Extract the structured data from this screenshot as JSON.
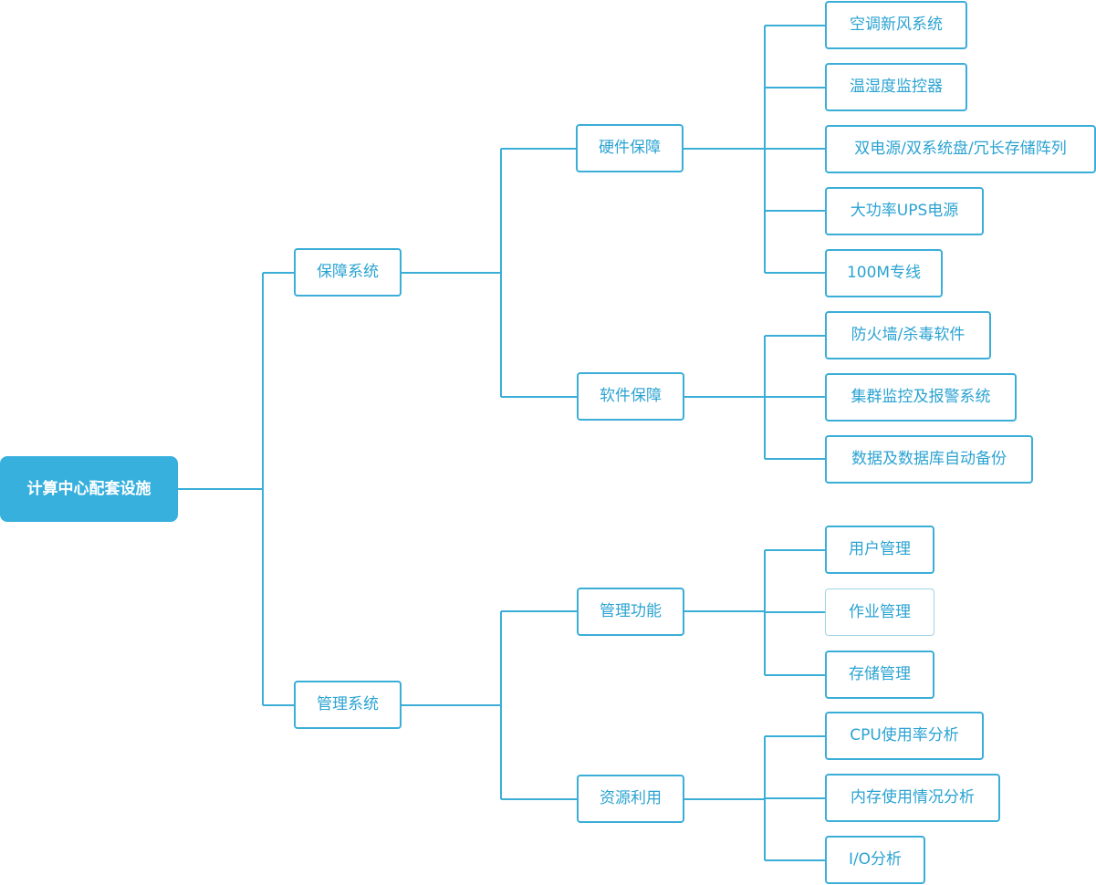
{
  "diagram": {
    "root": "计算中心配套设施",
    "level1": [
      {
        "label": "保障系统",
        "children": [
          {
            "label": "硬件保障",
            "children": [
              "空调新风系统",
              "温湿度监控器",
              "双电源/双系统盘/冗长存储阵列",
              "大功率UPS电源",
              "100M专线"
            ]
          },
          {
            "label": "软件保障",
            "children": [
              "防火墙/杀毒软件",
              "集群监控及报警系统",
              "数据及数据库自动备份"
            ]
          }
        ]
      },
      {
        "label": "管理系统",
        "children": [
          {
            "label": "管理功能",
            "children": [
              "用户管理",
              "作业管理",
              "存储管理"
            ]
          },
          {
            "label": "资源利用",
            "children": [
              "CPU使用率分析",
              "内存使用情况分析",
              "I/O分析"
            ]
          }
        ]
      }
    ],
    "colors": {
      "accent": "#37b0de",
      "line": "#3baed8",
      "text": "#2ba3d2",
      "faint_border": "#9fd4e6"
    }
  }
}
